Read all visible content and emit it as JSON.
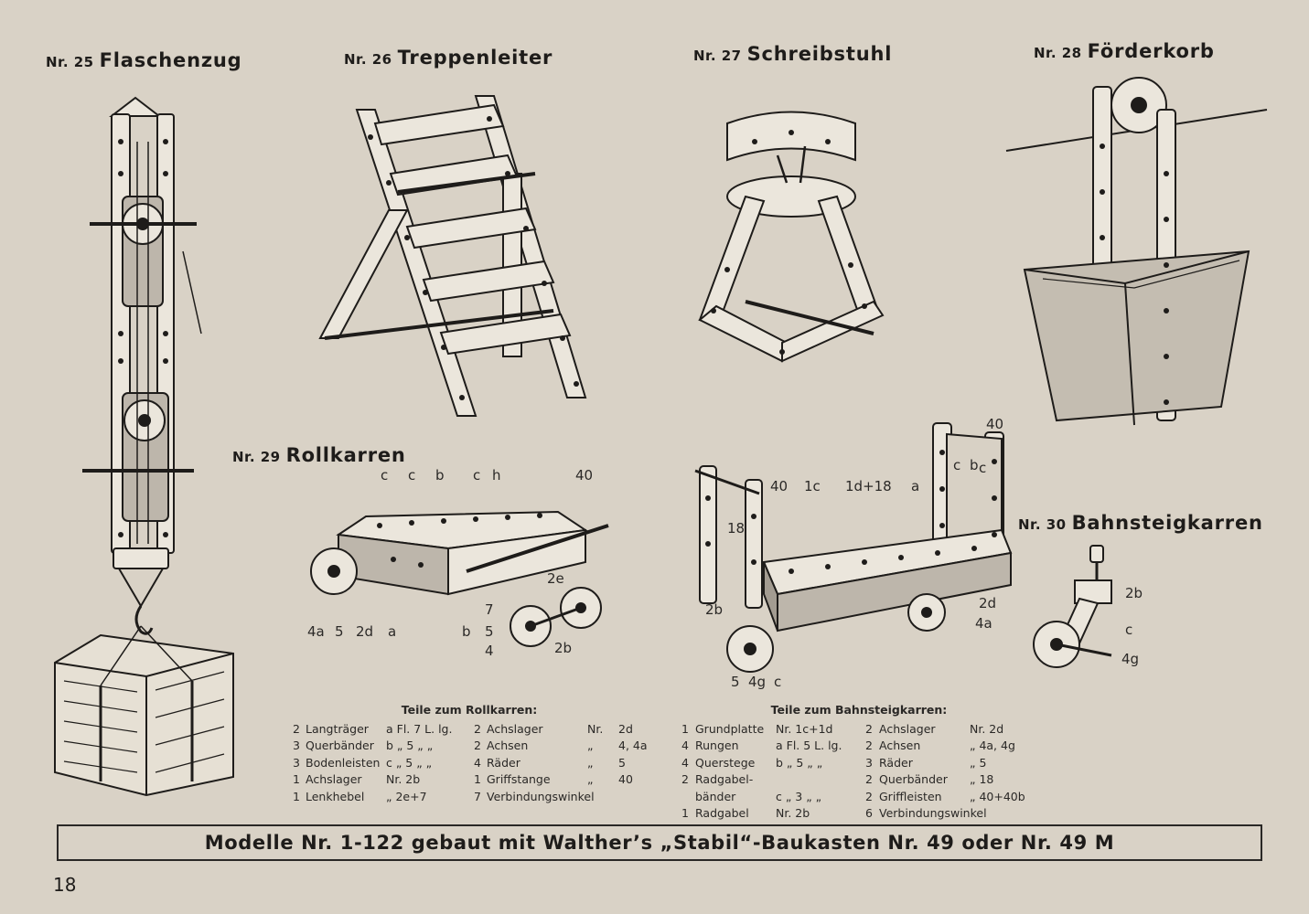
{
  "models": [
    {
      "nr": "Nr. 25",
      "name": "Flaschenzug"
    },
    {
      "nr": "Nr. 26",
      "name": "Treppenleiter"
    },
    {
      "nr": "Nr. 27",
      "name": "Schreibstuhl"
    },
    {
      "nr": "Nr. 28",
      "name": "Förderkorb"
    },
    {
      "nr": "Nr. 29",
      "name": "Rollkarren"
    },
    {
      "nr": "Nr. 30",
      "name": "Bahnsteigkarren"
    }
  ],
  "labels_29_top": [
    "c",
    "c",
    "b",
    "c",
    "h",
    "40"
  ],
  "labels_29_bottom": [
    "4a",
    "5",
    "2d",
    "a",
    "b",
    "5",
    "4",
    "7",
    "2e",
    "2b"
  ],
  "labels_car": [
    "40",
    "40",
    "1c",
    "1d+18",
    "a",
    "18",
    "2b",
    "2d",
    "4a",
    "5",
    "4g",
    "c",
    "b",
    "c",
    "c"
  ],
  "labels_30": [
    "2b",
    "c",
    "4g"
  ],
  "parts_rollkarren": {
    "heading": "Teile zum Rollkarren:",
    "rows": [
      [
        "2",
        "Langträger",
        "a Fl. 7 L. lg.",
        "2",
        "Achslager",
        "Nr.",
        "2d"
      ],
      [
        "3",
        "Querbänder",
        "b „ 5 „ „",
        "2",
        "Achsen",
        "„",
        "4, 4a"
      ],
      [
        "3",
        "Bodenleisten",
        "c „ 5 „ „",
        "4",
        "Räder",
        "„",
        "5"
      ],
      [
        "1",
        "Achslager",
        "Nr. 2b",
        "1",
        "Griffstange",
        "„",
        "40"
      ],
      [
        "1",
        "Lenkhebel",
        "„ 2e+7",
        "7",
        "Verbindungswinkel",
        "",
        ""
      ]
    ]
  },
  "parts_bahnsteigkarren": {
    "heading": "Teile zum Bahnsteigkarren:",
    "rows": [
      [
        "1",
        "Grundplatte",
        "Nr. 1c+1d",
        "2",
        "Achslager",
        "Nr. 2d"
      ],
      [
        "4",
        "Rungen",
        "a Fl. 5 L. lg.",
        "2",
        "Achsen",
        "„ 4a, 4g"
      ],
      [
        "4",
        "Querstege",
        "b „ 5 „ „",
        "3",
        "Räder",
        "„ 5"
      ],
      [
        "2",
        "Radgabel-",
        "",
        "2",
        "Querbänder",
        "„ 18"
      ],
      [
        "",
        "bänder",
        "c „ 3 „ „",
        "2",
        "Griffleisten",
        "„ 40+40b"
      ],
      [
        "1",
        "Radgabel",
        "Nr. 2b",
        "6",
        "Verbindungswinkel",
        ""
      ]
    ]
  },
  "banner": "Modelle Nr. 1-122 gebaut mit Walther’s „Stabil“-Baukasten Nr. 49 oder Nr. 49 M",
  "page_number": "18",
  "colors": {
    "paper": "#d9d2c6",
    "ink": "#1e1c1a",
    "metal": "#ebe6dc",
    "shade": "#8a857d"
  }
}
